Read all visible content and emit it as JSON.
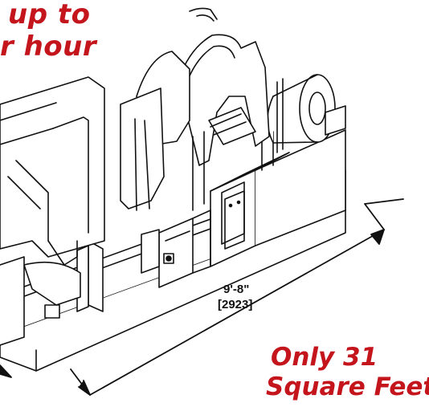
{
  "headline": {
    "line1": "up to",
    "line2": "r hour"
  },
  "dimension": {
    "feet": "9'-8\"",
    "mm": "[2923]"
  },
  "callout": {
    "line1": "Only 31",
    "line2": "Square Feet"
  },
  "colors": {
    "accent": "#c4141c",
    "line": "#111111"
  }
}
